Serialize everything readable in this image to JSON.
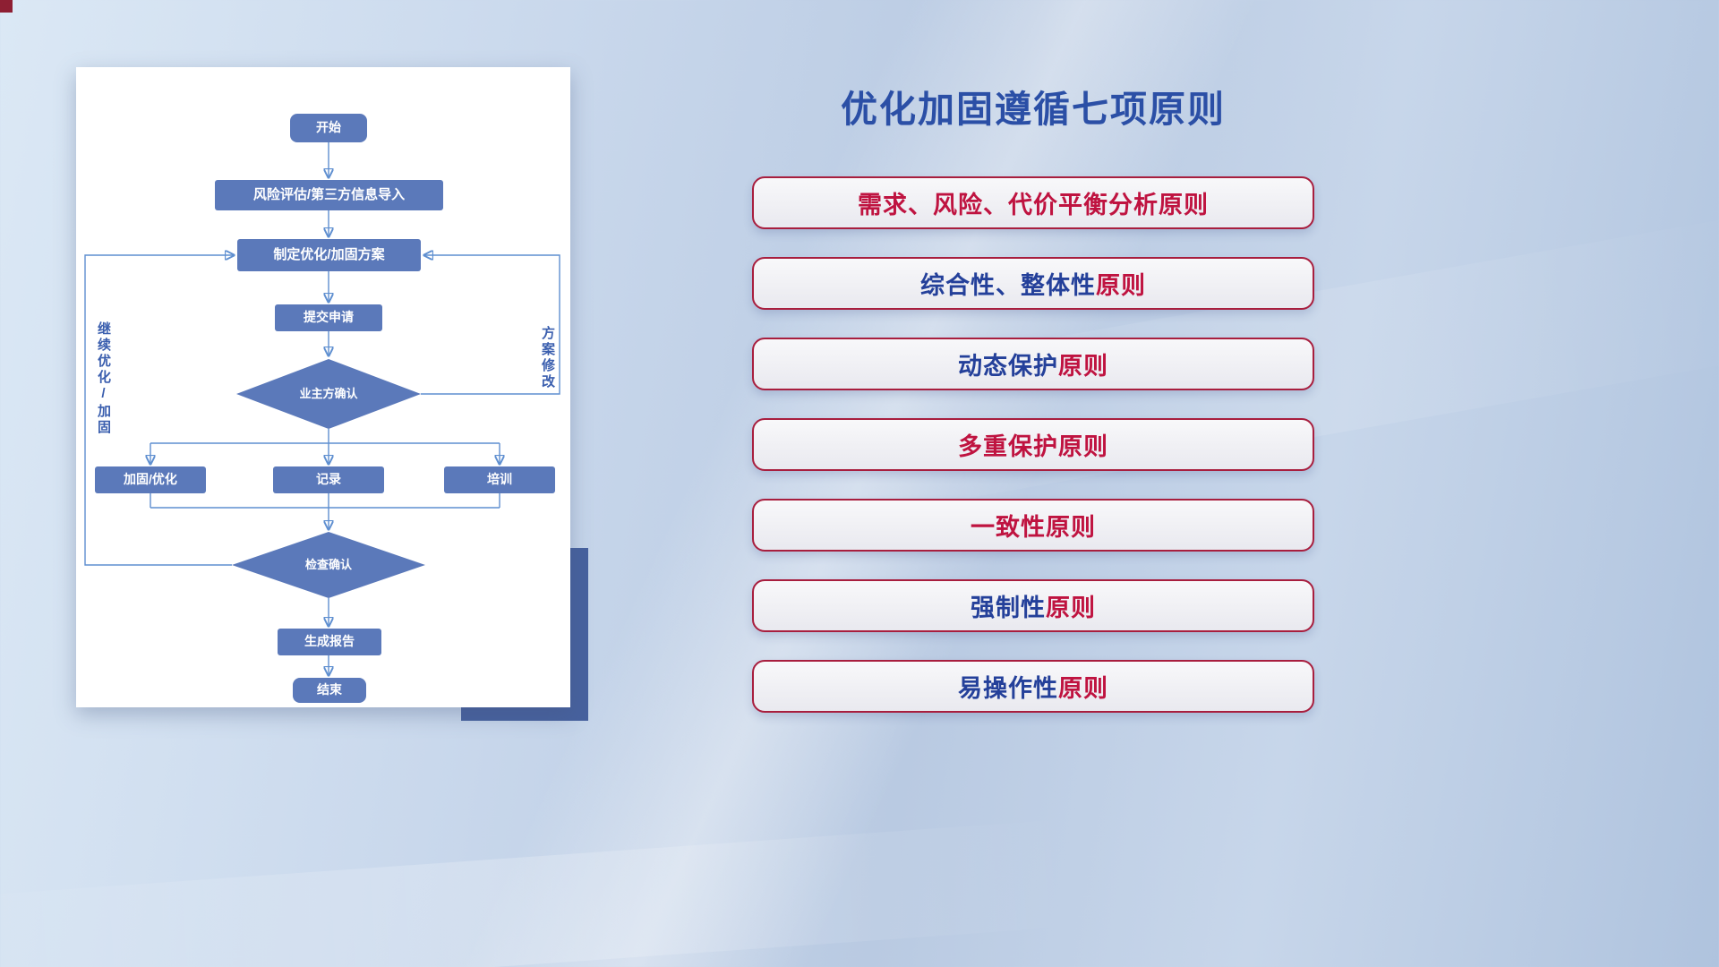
{
  "colors": {
    "node_blue": "#5b79ba",
    "accent_rect_blue": "#47619e",
    "connector_blue": "#5f8fd0",
    "principle_border_red": "#a81e3e",
    "text_blue": "#24409a",
    "text_red": "#bf1340",
    "title_blue": "#2b4fa6"
  },
  "flowchart": {
    "nodes": {
      "start": "开始",
      "risk": "风险评估/第三方信息导入",
      "plan": "制定优化/加固方案",
      "submit": "提交申请",
      "owner_confirm": "业主方确认",
      "reinforce": "加固/优化",
      "record": "记录",
      "training": "培训",
      "check_confirm": "检查确认",
      "report": "生成报告",
      "end": "结束"
    },
    "loop_labels": {
      "left": "继续优化/加固",
      "right": "方案修改"
    }
  },
  "principles": {
    "title": "优化加固遵循七项原则",
    "items": [
      {
        "blue": "",
        "red": "需求、风险、代价平衡分析原则"
      },
      {
        "blue": "综合性、整体性",
        "red": "原则"
      },
      {
        "blue": "动态保护",
        "red": "原则"
      },
      {
        "blue": "",
        "red": "多重保护原则"
      },
      {
        "blue": "",
        "red": "一致性原则"
      },
      {
        "blue": "强制性",
        "red": "原则"
      },
      {
        "blue": "易操作性",
        "red": "原则"
      }
    ]
  }
}
